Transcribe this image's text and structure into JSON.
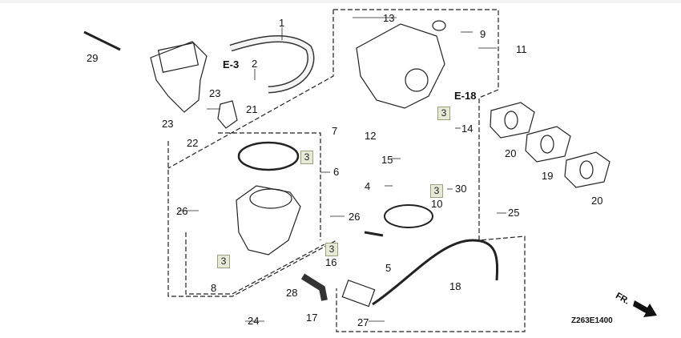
{
  "diagram": {
    "title_code": "Z263E1400",
    "front_indicator": "FR.",
    "references": [
      "E-3",
      "E-18"
    ],
    "callouts": [
      {
        "id": "p1",
        "text": "1"
      },
      {
        "id": "p2",
        "text": "2"
      },
      {
        "id": "p4",
        "text": "4"
      },
      {
        "id": "p5",
        "text": "5"
      },
      {
        "id": "p6",
        "text": "6"
      },
      {
        "id": "p7",
        "text": "7"
      },
      {
        "id": "p8",
        "text": "8"
      },
      {
        "id": "p9",
        "text": "9"
      },
      {
        "id": "p10",
        "text": "10"
      },
      {
        "id": "p11",
        "text": "11"
      },
      {
        "id": "p12",
        "text": "12"
      },
      {
        "id": "p13",
        "text": "13"
      },
      {
        "id": "p14",
        "text": "14"
      },
      {
        "id": "p15",
        "text": "15"
      },
      {
        "id": "p16",
        "text": "16"
      },
      {
        "id": "p17",
        "text": "17"
      },
      {
        "id": "p18",
        "text": "18"
      },
      {
        "id": "p19",
        "text": "19"
      },
      {
        "id": "p20a",
        "text": "20"
      },
      {
        "id": "p20b",
        "text": "20"
      },
      {
        "id": "p21",
        "text": "21"
      },
      {
        "id": "p22",
        "text": "22"
      },
      {
        "id": "p23a",
        "text": "23"
      },
      {
        "id": "p23b",
        "text": "23"
      },
      {
        "id": "p24",
        "text": "24"
      },
      {
        "id": "p25",
        "text": "25"
      },
      {
        "id": "p26a",
        "text": "26"
      },
      {
        "id": "p26b",
        "text": "26"
      },
      {
        "id": "p27",
        "text": "27"
      },
      {
        "id": "p28",
        "text": "28"
      },
      {
        "id": "p29",
        "text": "29"
      },
      {
        "id": "p30",
        "text": "30"
      }
    ],
    "boxed_callout": "3",
    "colors": {
      "box_fill": "#e8ead8",
      "box_border": "#9aa07a",
      "line": "#222222"
    }
  }
}
